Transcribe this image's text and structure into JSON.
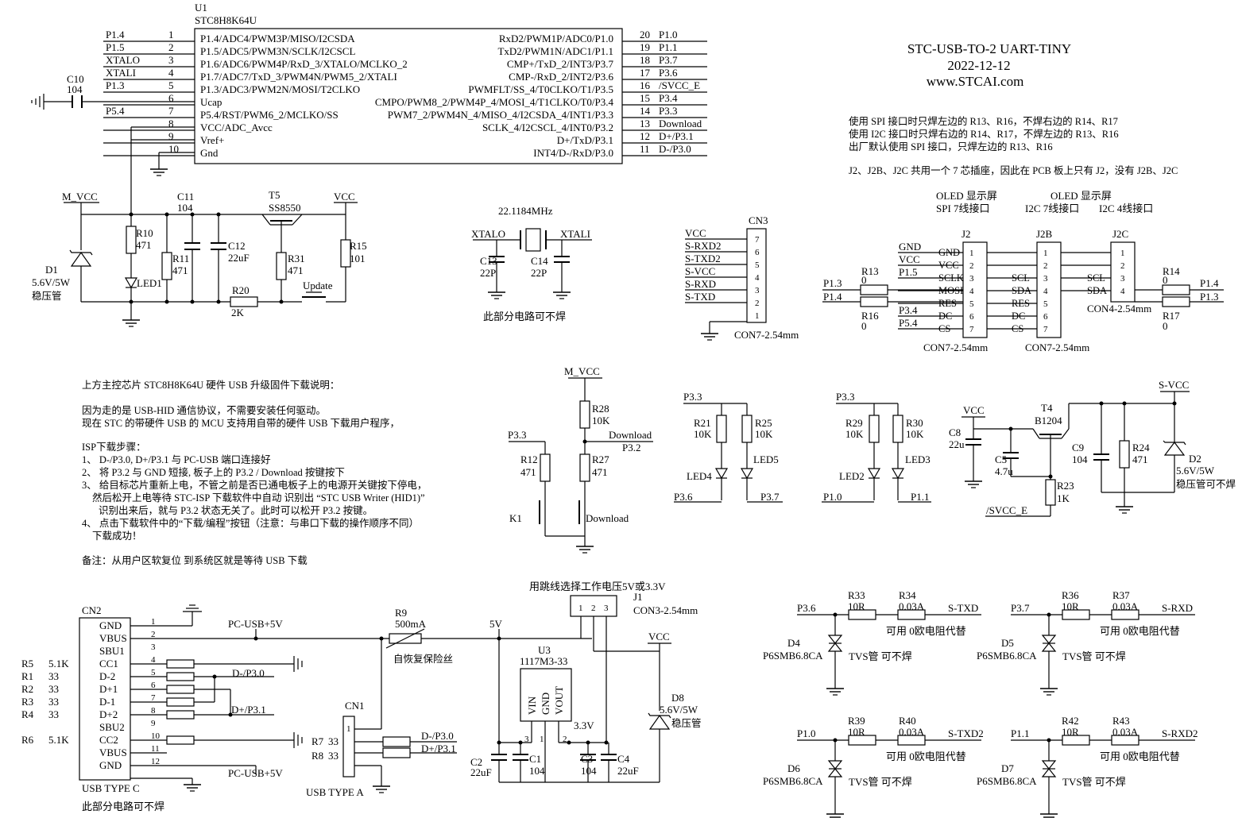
{
  "header": {
    "title": "STC-USB-TO-2 UART-TINY",
    "date": "2022-12-12",
    "url": "www.STCAI.com"
  },
  "notes": {
    "n1": "使用 SPI 接口时只焊左边的 R13、R16，不焊右边的 R14、R17",
    "n2": "使用 I2C 接口时只焊右边的 R14、R17，不焊左边的 R13、R16",
    "n3": "出厂默认使用 SPI 接口，只焊左边的 R13、R16",
    "n4": "J2、J2B、J2C 共用一个 7 芯插座，因此在 PCB 板上只有 J2，没有 J2B、J2C"
  },
  "mcu": {
    "ref": "U1",
    "part": "STC8H8K64U",
    "left_pins": [
      {
        "num": "1",
        "net": "P1.4",
        "name": "P1.4/ADC4/PWM3P/MISO/I2CSDA"
      },
      {
        "num": "2",
        "net": "P1.5",
        "name": "P1.5/ADC5/PWM3N/SCLK/I2CSCL"
      },
      {
        "num": "3",
        "net": "XTALO",
        "name": "P1.6/ADC6/PWM4P/RxD_3/XTALO/MCLKO_2"
      },
      {
        "num": "4",
        "net": "XTALI",
        "name": "P1.7/ADC7/TxD_3/PWM4N/PWM5_2/XTALI"
      },
      {
        "num": "5",
        "net": "P1.3",
        "name": "P1.3/ADC3/PWM2N/MOSI/T2CLKO"
      },
      {
        "num": "6",
        "net": "",
        "name": "Ucap"
      },
      {
        "num": "7",
        "net": "P5.4",
        "name": "P5.4/RST/PWM6_2/MCLKO/SS"
      },
      {
        "num": "8",
        "net": "",
        "name": "VCC/ADC_Avcc"
      },
      {
        "num": "9",
        "net": "",
        "name": "Vref+"
      },
      {
        "num": "10",
        "net": "",
        "name": "Gnd"
      }
    ],
    "right_pins": [
      {
        "num": "20",
        "net": "P1.0",
        "name": "RxD2/PWM1P/ADC0/P1.0"
      },
      {
        "num": "19",
        "net": "P1.1",
        "name": "TxD2/PWM1N/ADC1/P1.1"
      },
      {
        "num": "18",
        "net": "P3.7",
        "name": "CMP+/TxD_2/INT3/P3.7"
      },
      {
        "num": "17",
        "net": "P3.6",
        "name": "CMP-/RxD_2/INT2/P3.6"
      },
      {
        "num": "16",
        "net": "/SVCC_E",
        "name": "PWMFLT/SS_4/T0CLKO/T1/P3.5"
      },
      {
        "num": "15",
        "net": "P3.4",
        "name": "CMPO/PWM8_2/PWM4P_4/MOSI_4/T1CLKO/T0/P3.4"
      },
      {
        "num": "14",
        "net": "P3.3",
        "name": "PWM7_2/PWM4N_4/MISO_4/I2CSDA_4/INT1/P3.3"
      },
      {
        "num": "13",
        "net": "Download",
        "name": "SCLK_4/I2CSCL_4/INT0/P3.2"
      },
      {
        "num": "12",
        "net": "D+/P3.1",
        "name": "D+/TxD/P3.1"
      },
      {
        "num": "11",
        "net": "D-/P3.0",
        "name": "INT4/D-/RxD/P3.0"
      }
    ]
  },
  "labels": {
    "c10": "C10",
    "c10v": "104",
    "mvcc": "M_VCC",
    "vcc": "VCC",
    "c11": "C11",
    "c11v": "104",
    "t5": "T5",
    "t5v": "SS8550",
    "r10": "R10",
    "r10v": "471",
    "led1": "LED1",
    "r11": "R11",
    "r11v": "471",
    "c12": "C12",
    "c12v": "22uF",
    "r31": "R31",
    "r31v": "471",
    "r15": "R15",
    "r15v": "101",
    "r20": "R20",
    "r20v": "2K",
    "update": "Update",
    "d1": "D1",
    "d1v": "5.6V/5W",
    "d1n": "稳压管",
    "xtal": "22.1184MHz",
    "xtalo": "XTALO",
    "xtali": "XTALI",
    "c13": "C13",
    "c13v": "22P",
    "c14": "C14",
    "c14v": "22P",
    "nosolder": "此部分电路可不焊",
    "cn3": "CN3",
    "cn3t": "CON7-2.54mm",
    "j2": "J2",
    "j2b": "J2B",
    "j2c": "J2C",
    "oled1": "OLED 显示屏",
    "oled1b": "SPI 7线接口",
    "oled2": "OLED 显示屏",
    "oled2b": "I2C 7线接口",
    "oled3": "I2C 4线接口",
    "gnd": "GND",
    "r13": "R13",
    "r13v": "0",
    "r16": "R16",
    "r16v": "0",
    "r14": "R14",
    "r14v": "0",
    "r17": "R17",
    "r17v": "0",
    "j2t": "CON7-2.54mm",
    "j2bt": "CON7-2.54mm",
    "j2ct": "CON4-2.54mm"
  },
  "cn3_pins": [
    {
      "num": "7",
      "net": "VCC"
    },
    {
      "num": "6",
      "net": "S-RXD2"
    },
    {
      "num": "5",
      "net": "S-TXD2"
    },
    {
      "num": "4",
      "net": "S-VCC"
    },
    {
      "num": "3",
      "net": "S-RXD"
    },
    {
      "num": "2",
      "net": "S-TXD"
    },
    {
      "num": "1",
      "net": ""
    }
  ],
  "j2_left": [
    "GND",
    "VCC",
    "SCLK",
    "MOSI",
    "RES",
    "DC",
    "CS"
  ],
  "j2b_left": [
    "",
    "",
    "SCL",
    "SDA",
    "RES",
    "DC",
    "CS"
  ],
  "j2c_left": [
    "",
    "",
    "SCL",
    "SDA"
  ],
  "j2_nets": [
    "",
    "",
    "P1.5",
    "",
    "",
    "P3.4",
    "P5.4"
  ],
  "download_text": {
    "t1": "上方主控芯片 STC8H8K64U 硬件 USB 升级固件下载说明：",
    "t2": "因为走的是 USB-HID 通信协议，不需要安装任何驱动。",
    "t3": "现在 STC 的带硬件 USB 的 MCU 支持用自带的硬件 USB 下载用户程序，",
    "t4": "ISP下载步骤：",
    "t5": "1、 D-/P3.0, D+/P3.1 与 PC-USB 端口连接好",
    "t6": "2、 将 P3.2 与 GND 短接, 板子上的 P3.2 / Download  按键按下",
    "t7": "3、 给目标芯片重新上电，不管之前是否已通电板子上的电源开关键按下停电，",
    "t8": "然后松开上电等待 STC-ISP 下载软件中自动 识别出 “STC USB Writer (HID1)”",
    "t9": "识别出来后，就与 P3.2 状态无关了。此时可以松开 P3.2 按键。",
    "t10": "4、 点击下载软件中的“下载/编程”按钮（注意：与串口下载的操作顺序不同）",
    "t11": "下载成功！",
    "t12": "备注：从用户区软复位 到系统区就是等待 USB 下载"
  },
  "dl": {
    "mvcc": "M_VCC",
    "r28": "R28",
    "r28v": "10K",
    "r27": "R27",
    "r27v": "471",
    "r12": "R12",
    "r12v": "471",
    "p33": "P3.3",
    "download": "Download",
    "p32": "P3.2",
    "k1": "K1",
    "kdl": "Download"
  },
  "led45": {
    "p33": "P3.3",
    "r21": "R21",
    "r21v": "10K",
    "r25": "R25",
    "r25v": "10K",
    "led4": "LED4",
    "led5": "LED5",
    "p36": "P3.6",
    "p37": "P3.7"
  },
  "led23": {
    "p33": "P3.3",
    "r29": "R29",
    "r29v": "10K",
    "r30": "R30",
    "r30v": "10K",
    "led2": "LED2",
    "led3": "LED3",
    "p10": "P1.0",
    "p11": "P1.1"
  },
  "t4": {
    "vcc": "VCC",
    "c8": "C8",
    "c8v": "22u",
    "c5": "C5",
    "c5v": "4.7u",
    "t4": "T4",
    "t4v": "B1204",
    "svcc": "S-VCC",
    "c9": "C9",
    "c9v": "104",
    "r24": "R24",
    "r24v": "471",
    "d2": "D2",
    "d2v": "5.6V/5W",
    "d2n": "稳压管可不焊",
    "r23": "R23",
    "r23v": "1K",
    "svcce": "/SVCC_E"
  },
  "usb": {
    "cn2": "CN2",
    "cn2t": "USB TYPE C",
    "cn1": "CN1",
    "cn1t": "USB TYPE A",
    "nosolder": "此部分电路可不焊",
    "cn2_pins": [
      {
        "num": "1",
        "name": "GND"
      },
      {
        "num": "2",
        "name": "VBUS"
      },
      {
        "num": "3",
        "name": "SBU1"
      },
      {
        "num": "4",
        "name": "CC1"
      },
      {
        "num": "5",
        "name": "D-2"
      },
      {
        "num": "6",
        "name": "D+1"
      },
      {
        "num": "7",
        "name": "D-1"
      },
      {
        "num": "8",
        "name": "D+2"
      },
      {
        "num": "9",
        "name": "SBU2"
      },
      {
        "num": "10",
        "name": "CC2"
      },
      {
        "num": "11",
        "name": "VBUS"
      },
      {
        "num": "12",
        "name": "GND"
      }
    ],
    "res": [
      {
        "ref": "R5",
        "val": "5.1K"
      },
      {
        "ref": "R1",
        "val": "33"
      },
      {
        "ref": "R2",
        "val": "33"
      },
      {
        "ref": "R3",
        "val": "33"
      },
      {
        "ref": "R4",
        "val": "33"
      },
      {
        "ref": "R6",
        "val": "5.1K"
      }
    ],
    "pc5v": "PC-USB+5V",
    "pc5v2": "PC-USB+5V",
    "dm": "D-/P3.0",
    "dp": "D+/P3.1",
    "r7": "R7",
    "r7v": "33",
    "r8": "R8",
    "r8v": "33",
    "dm2": "D-/P3.0",
    "dp2": "D+/P3.1",
    "r9": "R9",
    "r9v": "500mA",
    "r9n": "自恢复保险丝",
    "v5": "5V",
    "jumper": "用跳线选择工作电压5V或3.3V",
    "j1": "J1",
    "j1t": "CON3-2.54mm",
    "u3": "U3",
    "u3v": "1117M3-33",
    "vin": "VIN",
    "gnd": "GND",
    "vout": "VOUT",
    "v33": "3.3V",
    "vcc": "VCC",
    "c2": "C2",
    "c2v": "22uF",
    "c1": "C1",
    "c1v": "104",
    "c3": "C3",
    "c3v": "104",
    "c4": "C4",
    "c4v": "22uF",
    "d8": "D8",
    "d8v": "5.6V/5W",
    "d8n": "稳压管"
  },
  "tvs": [
    {
      "net": "P3.6",
      "ra": "R33",
      "rav": "10R",
      "rb": "R34",
      "rbv": "0.03A",
      "out": "S-TXD",
      "note": "可用 0欧电阻代替",
      "d": "D4",
      "dv": "P6SMB6.8CA",
      "dn": "TVS管 可不焊"
    },
    {
      "net": "P3.7",
      "ra": "R36",
      "rav": "10R",
      "rb": "R37",
      "rbv": "0.03A",
      "out": "S-RXD",
      "note": "可用 0欧电阻代替",
      "d": "D5",
      "dv": "P6SMB6.8CA",
      "dn": "TVS管 可不焊"
    },
    {
      "net": "P1.0",
      "ra": "R39",
      "rav": "10R",
      "rb": "R40",
      "rbv": "0.03A",
      "out": "S-TXD2",
      "note": "可用 0欧电阻代替",
      "d": "D6",
      "dv": "P6SMB6.8CA",
      "dn": "TVS管 可不焊"
    },
    {
      "net": "P1.1",
      "ra": "R42",
      "rav": "10R",
      "rb": "R43",
      "rbv": "0.03A",
      "out": "S-RXD2",
      "note": "可用 0欧电阻代替",
      "d": "D7",
      "dv": "P6SMB6.8CA",
      "dn": "TVS管 可不焊"
    }
  ]
}
